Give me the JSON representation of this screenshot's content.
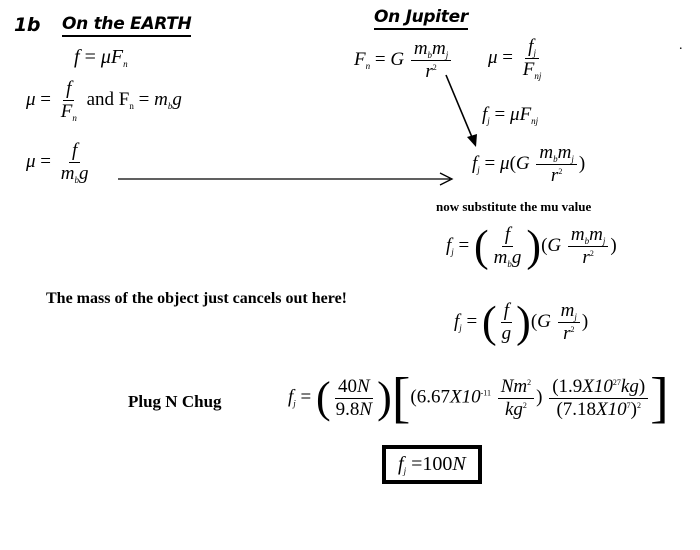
{
  "problem_number": "1b",
  "earth": {
    "heading": "On the EARTH",
    "f": "f",
    "eq": "=",
    "mu": "μ",
    "F": "F",
    "n": "n",
    "and_text": "and F",
    "m": "m",
    "b": "b",
    "g": "g"
  },
  "jupiter": {
    "heading": "On Jupiter",
    "G": "G",
    "j": "j",
    "nj": "nj",
    "r": "r",
    "two": "2",
    "dot": "."
  },
  "notes": {
    "substitute": "now substitute the mu value",
    "cancels": "The mass of the object just cancels out here!",
    "plug": "Plug N Chug"
  },
  "numbers": {
    "force": "40",
    "gravity": "9.8",
    "N": "N",
    "G_value": "(6.67",
    "X10": "X10",
    "G_exp": "-11",
    "Nm": "Nm",
    "kg": "kg",
    "mass_value": "(1.9",
    "mass_exp": "27",
    "radius_value": "(7.18",
    "radius_exp": "7"
  },
  "answer": {
    "lhs": "f",
    "sub": "j",
    "eq": "=",
    "value": "100",
    "unit": "N"
  }
}
